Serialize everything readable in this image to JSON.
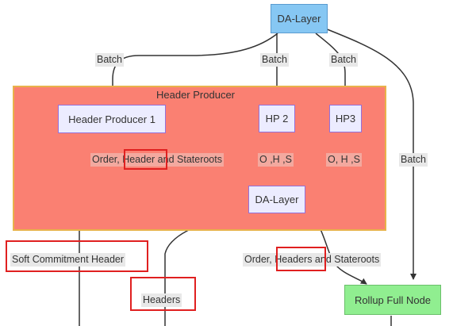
{
  "cluster": {
    "title": "Header Producer"
  },
  "nodes": {
    "da_top": "DA-Layer",
    "hp1": "Header Producer 1",
    "hp2": "HP 2",
    "hp3": "HP3",
    "da_mid": "DA-Layer",
    "rollup": "Rollup Full Node"
  },
  "edge_labels": {
    "batch_hp1": "Batch",
    "batch_hp2": "Batch",
    "batch_hp3": "Batch",
    "batch_rollup": "Batch",
    "order_header_stateroots_1": "Order, Header and Stateroots",
    "ohs_hp2": "O ,H ,S",
    "ohs_hp3": "O, H ,S",
    "soft_commitment_header": "Soft Commitment Header",
    "headers": "Headers",
    "order_headers_stateroots": "Order, Headers and Stateroots"
  },
  "colors": {
    "da_node": "#86c7f3",
    "hp_node": "#ececff",
    "rollup_node": "#90ee90",
    "cluster_fill": "#fa8072",
    "cluster_border": "#e8b24a",
    "highlight_box": "#e02020",
    "edge": "#333333"
  }
}
